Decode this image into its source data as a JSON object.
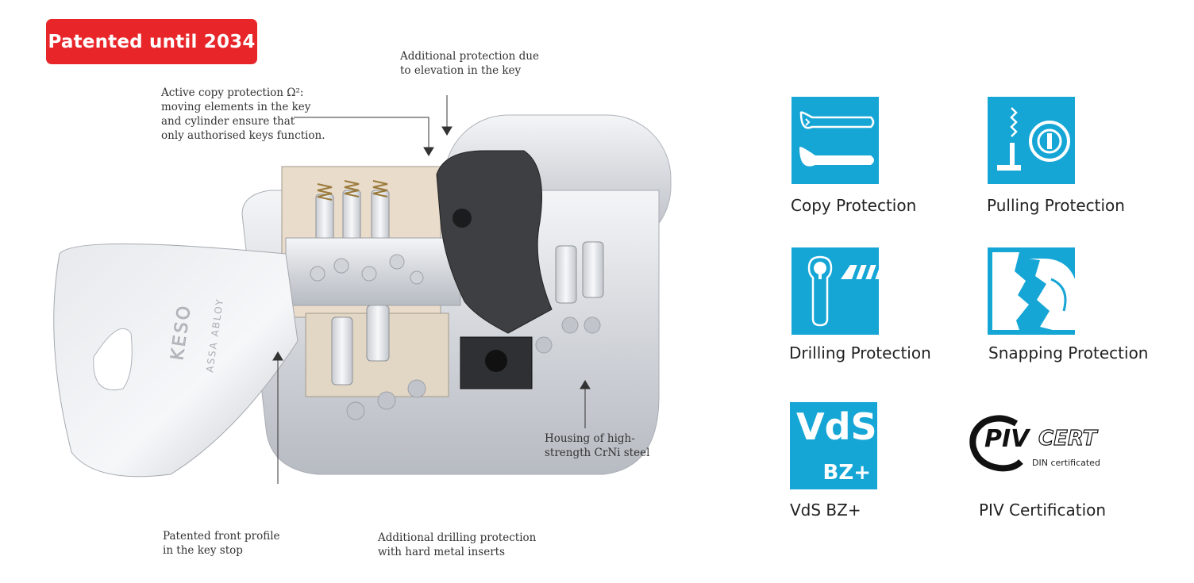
{
  "badge": {
    "text": "Patented until 2034"
  },
  "annotations": {
    "elevation": [
      "Additional protection due",
      "to elevation in the key"
    ],
    "copy": [
      "Active copy protection Ω²:",
      "moving elements in the key",
      "and cylinder ensure that",
      "only authorised keys function."
    ],
    "housing": [
      "Housing of high-",
      "strength CrNi steel"
    ],
    "front_profile": [
      "Patented front profile",
      "in the key stop"
    ],
    "drilling": [
      "Additional drilling protection",
      "with hard metal inserts"
    ]
  },
  "key": {
    "brand": "KESO",
    "maker": "ASSA ABLOY"
  },
  "features": {
    "copy": "Copy Protection",
    "pulling": "Pulling Protection",
    "drilling": "Drilling Protection",
    "snapping": "Snapping Protection",
    "vds": "VdS BZ+",
    "piv": "PIV Certification"
  },
  "vds_logo": {
    "line1": "VdS",
    "line2": "BZ+"
  },
  "piv_logo": {
    "piv": "PIV",
    "cert": "CERT",
    "sub": "DIN certificated"
  },
  "colors": {
    "badge": "#e8262a",
    "icon_blue": "#16a6d6"
  },
  "icons": [
    "key-pair-icon",
    "pulling-tool-icon",
    "drill-cylinder-icon",
    "snapped-cylinder-icon"
  ]
}
